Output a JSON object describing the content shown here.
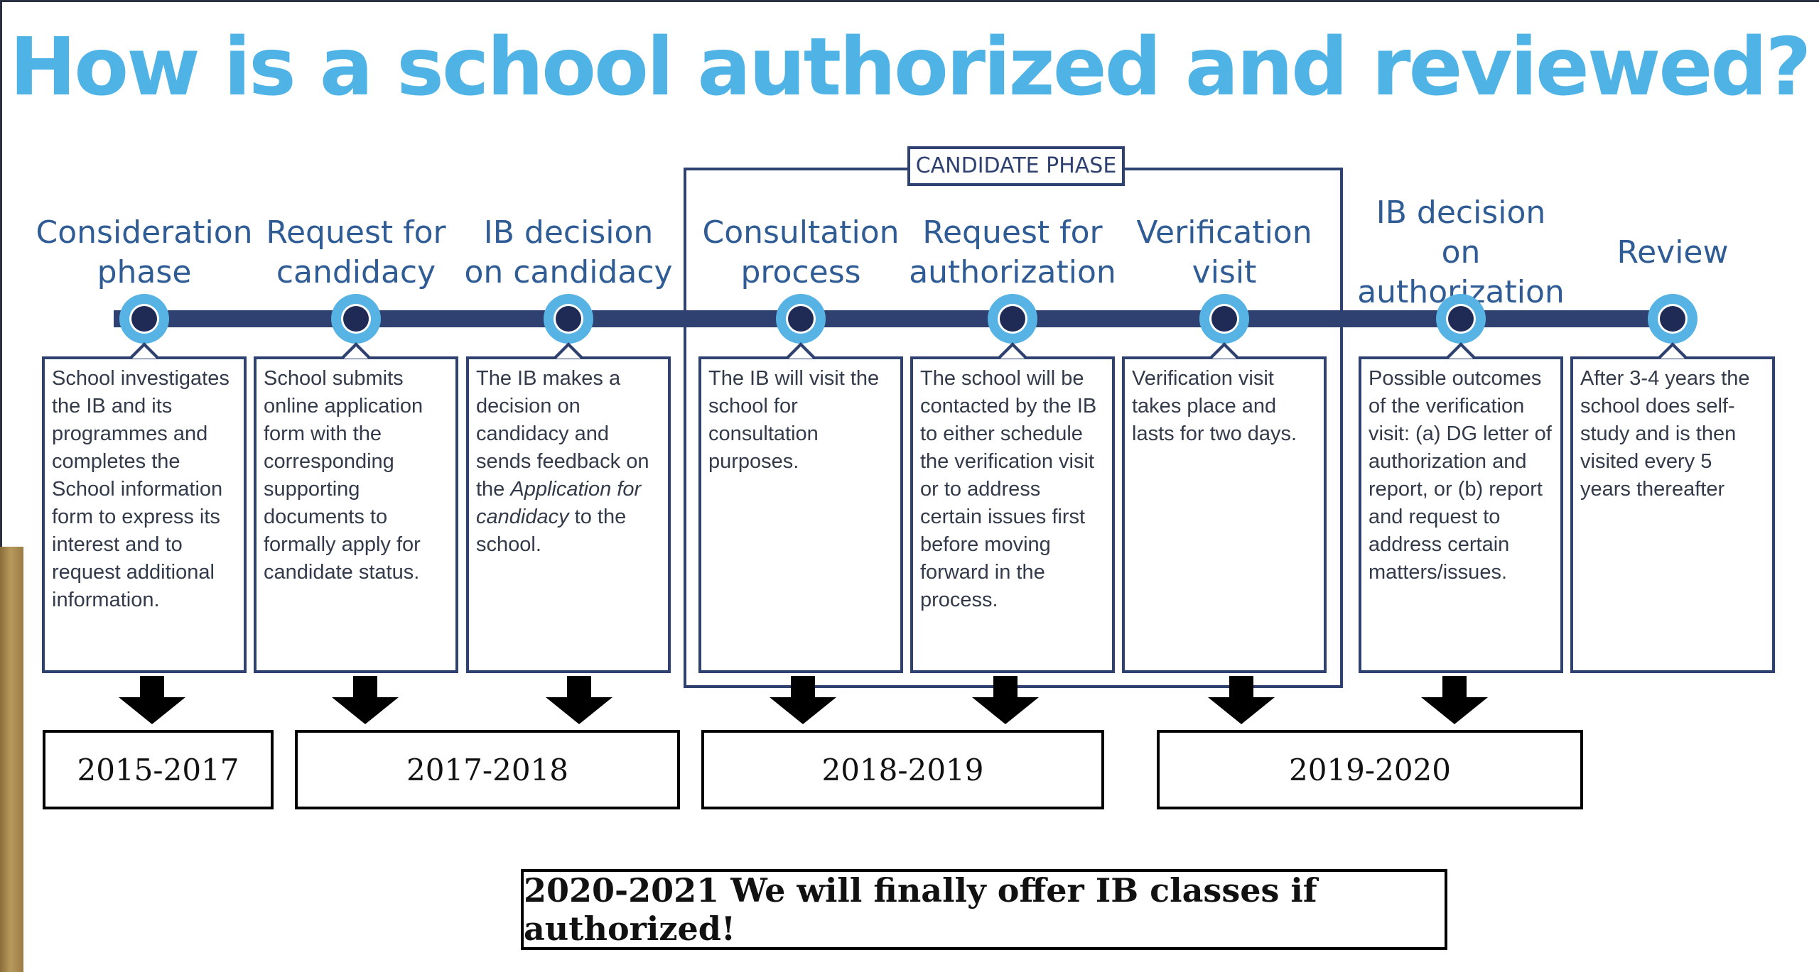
{
  "title": "How is a school authorized and reviewed?",
  "candidate_label": "CANDIDATE PHASE",
  "phases": [
    {
      "title": "Consideration phase",
      "description": "School investigates the IB and its programmes and completes the School information form to express its interest and to request additional information."
    },
    {
      "title": "Request for candidacy",
      "description": "School submits online application form with the corresponding supporting documents to formally apply for candidate status."
    },
    {
      "title": "IB decision on candidacy",
      "description_parts": [
        "The IB makes a decision on candidacy and sends feedback on the ",
        "Application for candidacy",
        " to the school."
      ]
    },
    {
      "title": "Consultation process",
      "description": "The IB will visit the school for consultation purposes."
    },
    {
      "title": "Request for authorization",
      "description": "The school will be contacted by the IB to either schedule the verification visit or to address certain issues first before moving forward in the process."
    },
    {
      "title": "Verification visit",
      "description": "Verification visit takes place and lasts for two days."
    },
    {
      "title": "IB decision on authorization",
      "description": "Possible outcomes of the verification visit: (a) DG letter of authorization and report, or (b) report and request to address certain matters/issues."
    },
    {
      "title": "Review",
      "description": "After 3-4 years the school does self-study and is then visited every 5 years thereafter"
    }
  ],
  "years": [
    "2015-2017",
    "2017-2018",
    "2018-2019",
    "2019-2020"
  ],
  "final_note": "2020-2021 We will finally offer IB classes if authorized!",
  "colors": {
    "title": "#4fb3e6",
    "navy": "#2f4170",
    "node": "#57b3e3"
  }
}
